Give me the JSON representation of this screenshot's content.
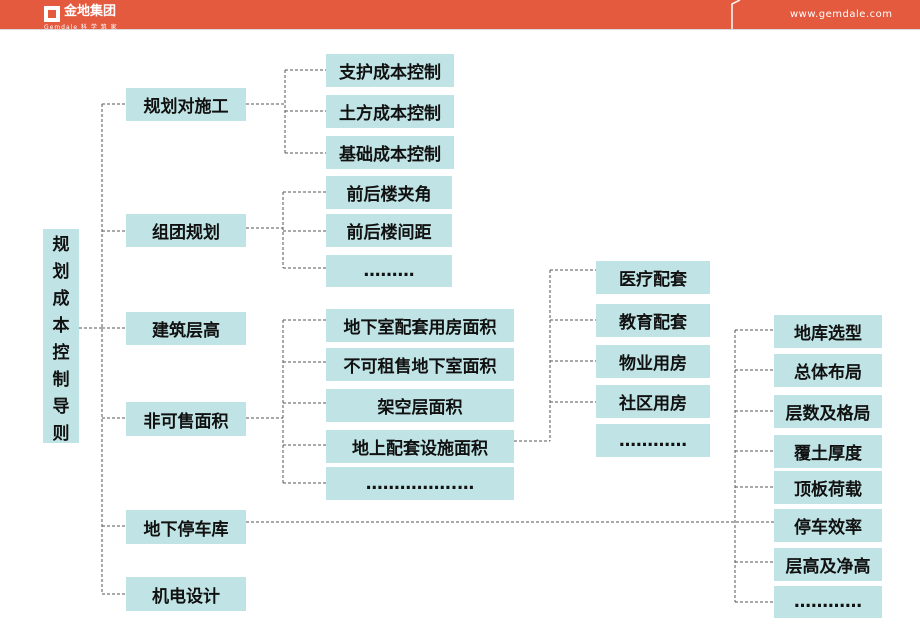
{
  "header": {
    "logo_name": "金地集团",
    "logo_sub": "Gemdale 科 学 筑 家",
    "url": "www.gemdale.com",
    "bar_color": "#e45a3f"
  },
  "colors": {
    "box_fill": "#c0e4e5",
    "connector": "#555555"
  },
  "diagram": {
    "root": [
      "规",
      "划",
      "成",
      "本",
      "控",
      "制",
      "导",
      "则"
    ],
    "level1": [
      "规划对施工",
      "组团规划",
      "建筑层高",
      "非可售面积",
      "地下停车库",
      "机电设计"
    ],
    "construction": [
      "支护成本控制",
      "土方成本控制",
      "基础成本控制"
    ],
    "cluster": [
      "前后楼夹角",
      "前后楼间距",
      "………"
    ],
    "nonsale": [
      "地下室配套用房面积",
      "不可租售地下室面积",
      "架空层面积",
      "地上配套设施面积",
      "…………….…"
    ],
    "facilities": [
      "医疗配套",
      "教育配套",
      "物业用房",
      "社区用房",
      "…………"
    ],
    "parking": [
      "地库选型",
      "总体布局",
      "层数及格局",
      "覆土厚度",
      "顶板荷载",
      "停车效率",
      "层高及净高",
      "…………"
    ]
  }
}
